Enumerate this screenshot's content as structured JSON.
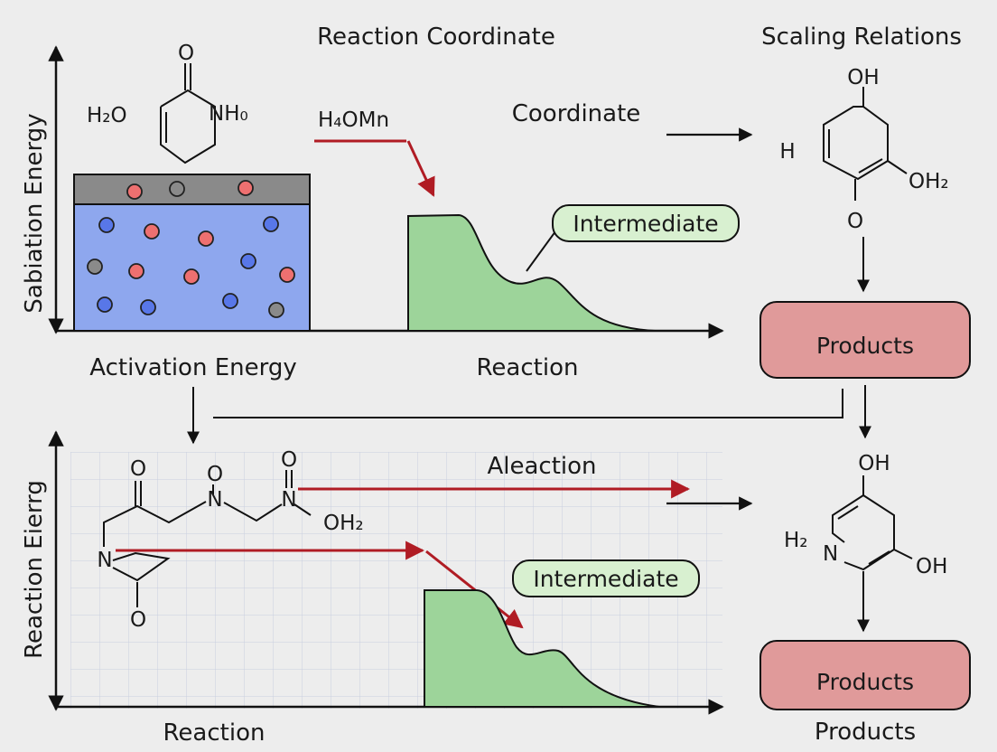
{
  "titles": {
    "top_center": "Reaction Coordinate",
    "top_right": "Scaling Relations"
  },
  "top_panel": {
    "y_axis_label": "Sabiation Energy",
    "molecule_left": {
      "o_top": "O",
      "h2o": "H₂O",
      "nh": "NH₀"
    },
    "reagent_label": "H₄OMn",
    "coordinate_label": "Coordinate",
    "intermediate_label": "Intermediate",
    "below_box_label": "Activation Energy",
    "x_axis_label": "Reaction"
  },
  "right_column": {
    "molecule_top": {
      "oh": "OH",
      "h": "H",
      "oh2": "OH₂",
      "o": "O"
    },
    "products_box_top": "Products",
    "molecule_bottom": {
      "oh": "OH",
      "h2": "H₂",
      "n": "N",
      "oh_right": "OH"
    },
    "products_box_bottom": "Products",
    "bottom_caption": "Products"
  },
  "bottom_panel": {
    "y_axis_label": "Reaction Eierrg",
    "molecule": {
      "o1": "O",
      "o2": "O",
      "o3": "O",
      "n1": "N",
      "n2": "N",
      "oh2": "OH₂",
      "n_ring": "N",
      "o_ring": "O"
    },
    "arrow_label": "Aleaction",
    "intermediate_label": "Intermediate",
    "x_axis_label": "Reaction"
  },
  "colors": {
    "liquid_blue": "#8ea7ee",
    "surface_gray": "#8a8a8a",
    "peak_green": "#9dd49a",
    "bubble_green": "#d8f0d0",
    "products_pink": "#e09a9a",
    "arrow_red": "#b01c24",
    "grid": "#c9cfe0"
  }
}
